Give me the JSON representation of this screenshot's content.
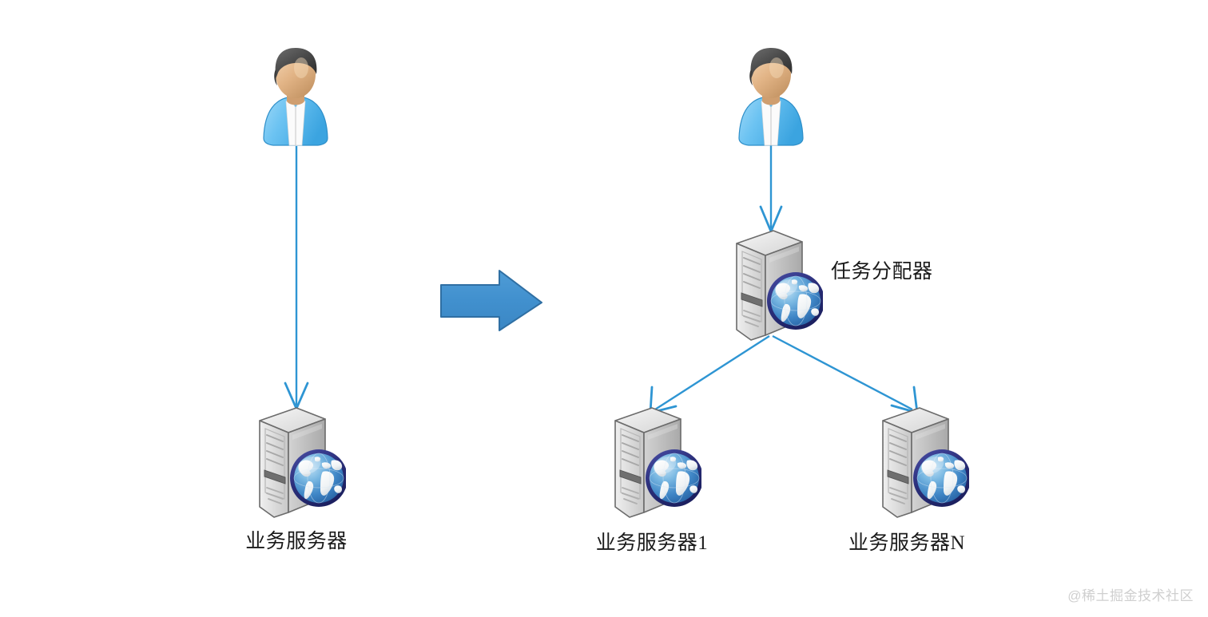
{
  "diagram": {
    "title": "Load balancing architecture diagram",
    "background_color": "#ffffff",
    "colors": {
      "connector_blue": "#2e95d3",
      "big_arrow_fill": "#4190ce",
      "big_arrow_stroke": "#2f6fa3",
      "server_body": "#d8d8d8",
      "server_light": "#f0f0f0",
      "globe_ring": "#2b2f7a",
      "globe_ocean": "#3f86c6",
      "globe_land": "#f2f2f2",
      "person_shirt": "#6cc3f2",
      "person_hair": "#4a4a4a",
      "person_skin": "#e2b486",
      "label_text": "#1a1a1a",
      "watermark_text": "#cfcfcf"
    }
  },
  "left_scene": {
    "name": "single-server-scene",
    "user": {
      "icon": "user-avatar-icon",
      "label": ""
    },
    "server": {
      "icon": "server-globe-icon",
      "label": "业务服务器"
    },
    "connector": {
      "from": "user",
      "to": "server",
      "style": "straight-arrow-down"
    }
  },
  "transition": {
    "icon": "right-arrow-icon",
    "label": ""
  },
  "right_scene": {
    "name": "load-balanced-scene",
    "user": {
      "icon": "user-avatar-icon",
      "label": ""
    },
    "distributor": {
      "icon": "server-globe-icon",
      "label": "任务分配器"
    },
    "servers": [
      {
        "icon": "server-globe-icon",
        "label": "业务服务器1"
      },
      {
        "icon": "server-globe-icon",
        "label": "业务服务器N"
      }
    ],
    "connectors": [
      {
        "from": "user",
        "to": "distributor",
        "style": "straight-arrow-down"
      },
      {
        "from": "distributor",
        "to": "业务服务器1",
        "style": "diagonal-arrow"
      },
      {
        "from": "distributor",
        "to": "业务服务器N",
        "style": "diagonal-arrow"
      }
    ]
  },
  "watermark": {
    "text": "@稀土掘金技术社区"
  }
}
